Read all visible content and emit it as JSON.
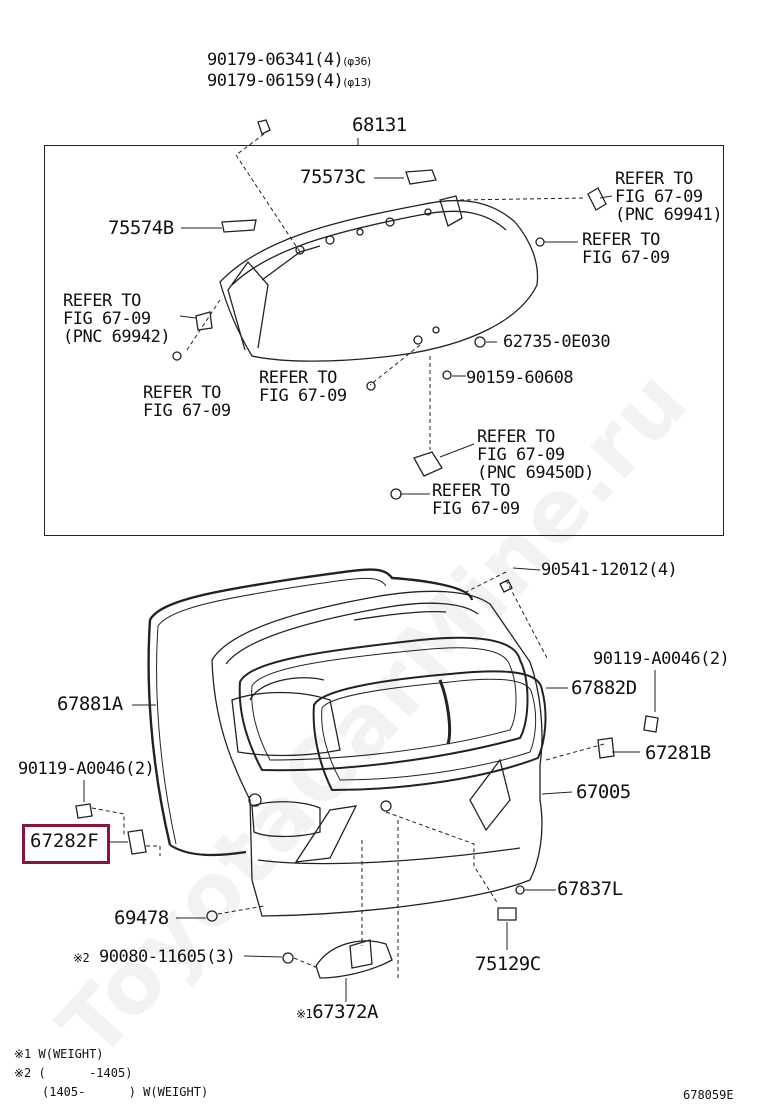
{
  "watermark": "ToyotaCarMine.ru",
  "top_group": {
    "title": "68131",
    "bolt1": {
      "part": "90179-06341(4)",
      "size": "(φ36)"
    },
    "bolt2": {
      "part": "90179-06159(4)",
      "size": "(φ13)"
    },
    "parts": {
      "p75573c": "75573C",
      "p75574b": "75574B",
      "p62735": "62735-0E030",
      "p90159": "90159-60608"
    },
    "refers": {
      "r1": [
        "REFER TO",
        "FIG 67-09",
        "(PNC 69941)"
      ],
      "r2": [
        "REFER TO",
        "FIG 67-09"
      ],
      "r3": [
        "REFER TO",
        "FIG 67-09",
        "(PNC 69942)"
      ],
      "r4": [
        "REFER TO",
        "FIG 67-09"
      ],
      "r5": [
        "REFER TO",
        "FIG 67-09"
      ],
      "r6": [
        "REFER TO",
        "FIG 67-09",
        "(PNC 69450D)"
      ],
      "r7": [
        "REFER TO",
        "FIG 67-09"
      ]
    }
  },
  "bottom_group": {
    "p90541": "90541-12012(4)",
    "p90119_right": "90119-A0046(2)",
    "p67882d": "67882D",
    "p67281b": "67281B",
    "p67881a": "67881A",
    "p90119_left": "90119-A0046(2)",
    "p67005": "67005",
    "p67282f": "67282F",
    "p67837l": "67837L",
    "p69478": "69478",
    "p90080": {
      "mark": "※2",
      "part": "90080-11605(3)"
    },
    "p75129c": "75129C",
    "p67372a": {
      "mark": "※1",
      "part": "67372A"
    }
  },
  "footnotes": {
    "n1": "※1 W(WEIGHT)",
    "n2": "※2 (      -1405)",
    "n3": "(1405-      ) W(WEIGHT)"
  },
  "diagram_code": "678059E",
  "colors": {
    "highlight": "#8a1538",
    "ink": "#111111"
  }
}
